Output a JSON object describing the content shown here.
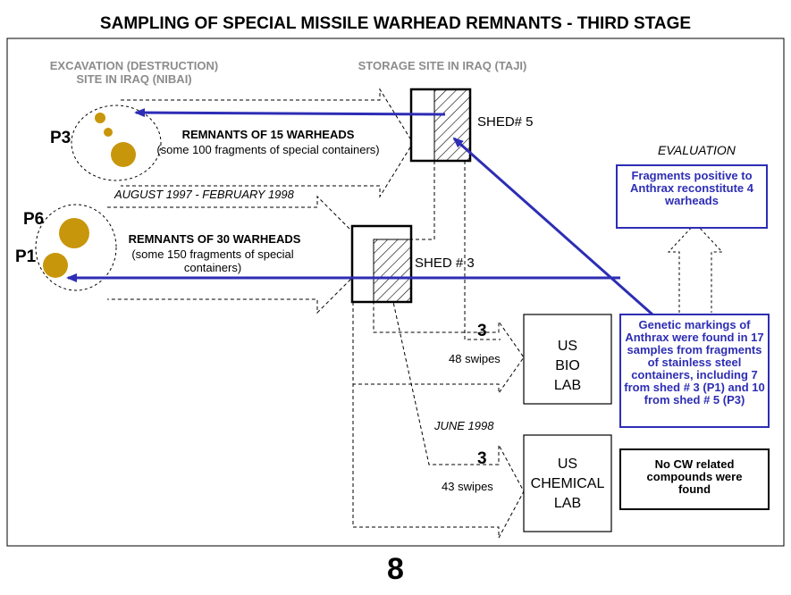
{
  "title": "SAMPLING OF SPECIAL MISSILE WARHEAD REMNANTS - THIRD STAGE",
  "sites": {
    "excavation": "EXCAVATION (DESTRUCTION) SITE IN IRAQ (NIBAI)",
    "storage": "STORAGE SITE IN IRAQ (TAJI)"
  },
  "sheds": {
    "shed5": "SHED# 5",
    "shed3": "SHED # 3"
  },
  "pits": {
    "p3": "P3",
    "p6": "P6",
    "p1": "P1"
  },
  "remnants15": {
    "title": "REMNANTS OF 15 WARHEADS",
    "detail": "(some 100 fragments of special containers)"
  },
  "remnants30": {
    "title": "REMNANTS OF 30 WARHEADS",
    "detail": "(some 150 fragments of special containers)"
  },
  "dates": {
    "period1": "AUGUST 1997 - FEBRUARY 1998",
    "period2": "JUNE 1998"
  },
  "evaluation": {
    "label": "EVALUATION",
    "text": "Fragments positive to Anthrax reconstitute 4 warheads"
  },
  "bio": {
    "count": "3",
    "swipes": "48 swipes",
    "lab": [
      "US",
      "BIO",
      "LAB"
    ],
    "result": "Genetic markings of Anthrax were found in 17 samples from fragments of stainless steel containers, including 7 from shed # 3 (P1) and 10 from shed # 5 (P3)"
  },
  "chem": {
    "count": "3",
    "swipes": "43 swipes",
    "lab": [
      "US",
      "CHEMICAL",
      "LAB"
    ],
    "result": "No CW related compounds were found"
  },
  "page_number": "8",
  "colors": {
    "accent": "#2d2db5",
    "pit": "#c8960a"
  }
}
